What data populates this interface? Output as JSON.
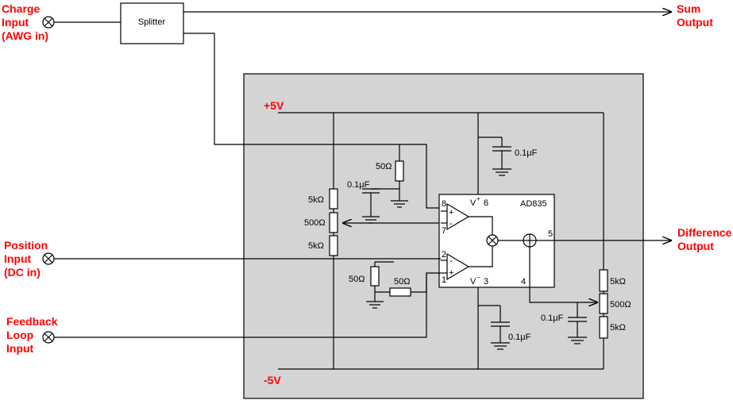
{
  "colors": {
    "panel": "#d4d4d4",
    "wire": "#000000",
    "label_red": "#ff0000"
  },
  "labels": {
    "charge_input": [
      "Charge",
      "Input",
      "(AWG in)"
    ],
    "sum_output": [
      "Sum",
      "Output"
    ],
    "position_input": [
      "Position",
      "Input",
      "(DC in)"
    ],
    "feedback_input": [
      "Feedback",
      "Loop",
      "Input"
    ],
    "difference_output": [
      "Difference",
      "Output"
    ],
    "plus5v": "+5V",
    "minus5v": "-5V",
    "splitter": "Splitter",
    "chip": "AD835"
  },
  "components": {
    "r_top_50": "50Ω",
    "c_top_left": "0.1μF",
    "c_top_right": "0.1μF",
    "r_5k_a": "5kΩ",
    "pot_left": "500Ω",
    "r_5k_b": "5kΩ",
    "r_mid_50_vert": "50Ω",
    "r_mid_50_horiz": "50Ω",
    "c_bottom_mid": "0.1μF",
    "r_5k_right_a": "5kΩ",
    "pot_right": "500Ω",
    "r_5k_right_b": "5kΩ",
    "c_bottom_right": "0.1μF"
  },
  "pins": {
    "p8": "8",
    "p7": "7",
    "p2": "2",
    "p1": "1",
    "vplus": "V",
    "vplus_sup": "+",
    "p6": "6",
    "vminus": "V",
    "vminus_sup": "−",
    "p3": "3",
    "p4": "4",
    "p5": "5",
    "opamp_plus": "+",
    "opamp_minus": "-"
  }
}
